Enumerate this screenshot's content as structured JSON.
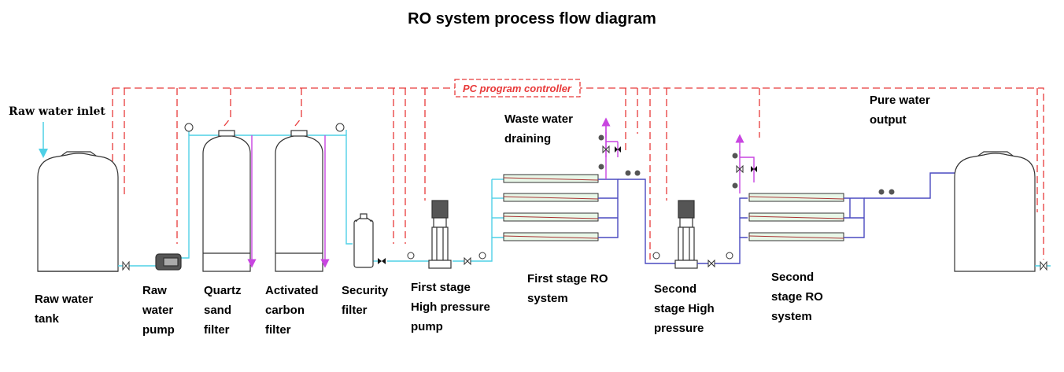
{
  "title": "RO system process flow diagram",
  "controller_label": "PC program controller",
  "labels": {
    "raw_water_inlet": "Raw water inlet",
    "waste_water": "Waste water\ndraining",
    "pure_water": "Pure water\noutput",
    "raw_water_tank": "Raw water\ntank",
    "raw_water_pump": "Raw\nwater\npump",
    "quartz_sand_filter": "Quartz\nsand\nfilter",
    "activated_carbon_filter": "Activated\ncarbon\nfilter",
    "security_filter": "Security\nfilter",
    "first_stage_pump": "First stage\nHigh pressure\npump",
    "first_stage_ro": "First stage RO\nsystem",
    "second_stage_pump": "Second\nstage High\npressure",
    "second_stage_ro": "Second\nstage RO\nsystem"
  },
  "colors": {
    "control_line": "#e83a3a",
    "water_pipe": "#4fd0e6",
    "concentrate_pipe": "#c845e0",
    "product_pipe": "#4a4ac0",
    "equipment_outline": "#333333",
    "membrane_fill": "#6ad36a"
  }
}
